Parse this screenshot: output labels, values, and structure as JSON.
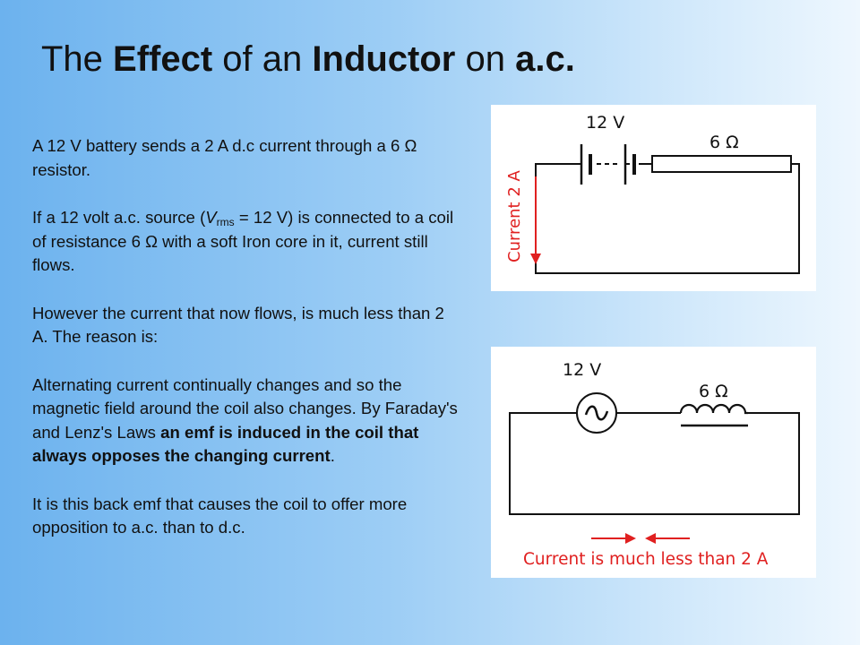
{
  "title": {
    "part1": "The ",
    "bold1": "Effect",
    "part2": " of an ",
    "bold2": "Inductor",
    "part3": " on ",
    "bold3": "a.c."
  },
  "paragraphs": {
    "p1": "A 12 V battery sends a 2 A d.c current through a 6 Ω resistor.",
    "p2_a": "If a 12 volt a.c. source (",
    "p2_v": "V",
    "p2_sub": "rms",
    "p2_b": " =  12 V) is connected to a coil of resistance 6 Ω with a soft Iron core in it, current still flows.",
    "p3": "However the current that now flows, is much less than 2 A. The reason is:",
    "p4_a": "Alternating current continually changes and so the magnetic field around the coil also changes. By Faraday's and Lenz's Laws ",
    "p4_bold": "an emf is induced in the coil that always opposes the changing current",
    "p4_c": ".",
    "p5": "It is this back emf that causes the coil to offer more opposition to a.c. than to d.c."
  },
  "dc_circuit": {
    "voltage_label": "12 V",
    "resistance_label": "6 Ω",
    "current_label": "Current 2 A",
    "accent_color": "#e02020"
  },
  "ac_circuit": {
    "voltage_label": "12 V",
    "resistance_label": "6 Ω",
    "current_label": "Current is much less than 2 A",
    "accent_color": "#e02020"
  }
}
